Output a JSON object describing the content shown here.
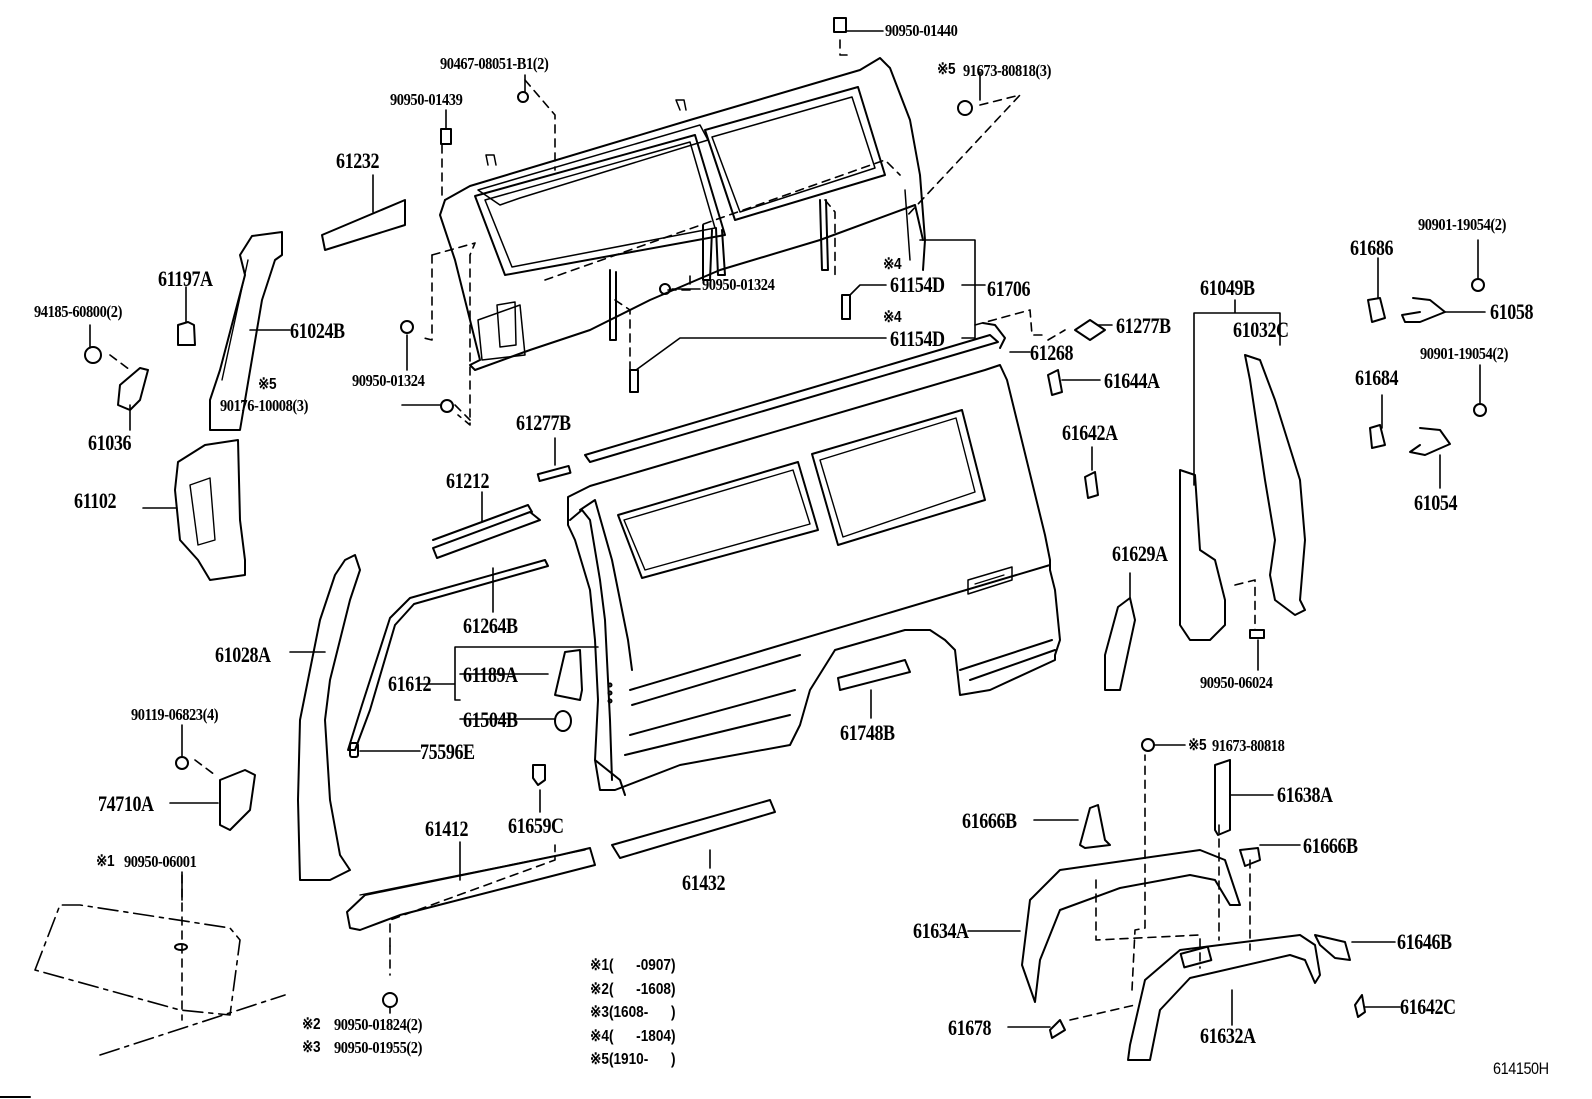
{
  "diagram": {
    "reference_code": "614150H",
    "legend": [
      {
        "mark": "※1",
        "range": "(      -0907)"
      },
      {
        "mark": "※2",
        "range": "(      -1608)"
      },
      {
        "mark": "※3",
        "range": "(1608-      )"
      },
      {
        "mark": "※4",
        "range": "(      -1804)"
      },
      {
        "mark": "※5",
        "range": "(1910-      )"
      }
    ],
    "labels": {
      "p90950_01440": "90950-01440",
      "p90467_08051": "90467-08051-B1(2)",
      "p91673_80818_3": "91673-80818(3)",
      "p91673_80818_3_mark": "※5",
      "p90950_01439": "90950-01439",
      "p61232": "61232",
      "p61197A": "61197A",
      "p94185_60800": "94185-60800(2)",
      "p61024B": "61024B",
      "p90950_01324_a": "90950-01324",
      "p90950_01324_b": "90950-01324",
      "p90176_10008_mark": "※5",
      "p90176_10008": "90176-10008(3)",
      "p61036": "61036",
      "p61102": "61102",
      "p61154D_a_mark": "※4",
      "p61154D_a": "61154D",
      "p61154D_b_mark": "※4",
      "p61154D_b": "61154D",
      "p61706": "61706",
      "p61277B_a": "61277B",
      "p61268": "61268",
      "p61644A": "61644A",
      "p61642A": "61642A",
      "p61277B_b": "61277B",
      "p61212": "61212",
      "p61264B": "61264B",
      "p61028A": "61028A",
      "p61612": "61612",
      "p61189A": "61189A",
      "p61504B": "61504B",
      "p75596E": "75596E",
      "p90119_06823": "90119-06823(4)",
      "p74710A": "74710A",
      "p61659C": "61659C",
      "p61412": "61412",
      "p61432": "61432",
      "p61748B": "61748B",
      "p90950_06001_mark": "※1",
      "p90950_06001": "90950-06001",
      "p90950_01824_mark": "※2",
      "p90950_01824": "90950-01824(2)",
      "p90950_01955_mark": "※3",
      "p90950_01955": "90950-01955(2)",
      "p61049B": "61049B",
      "p61032C": "61032C",
      "p61629A": "61629A",
      "p90950_06024": "90950-06024",
      "p61686": "61686",
      "p90901_19054_a": "90901-19054(2)",
      "p61058": "61058",
      "p61684": "61684",
      "p90901_19054_b": "90901-19054(2)",
      "p61054": "61054",
      "p91673_80818_mark": "※5",
      "p91673_80818": "91673-80818",
      "p61638A": "61638A",
      "p61666B_a": "61666B",
      "p61666B_b": "61666B",
      "p61634A": "61634A",
      "p61646B": "61646B",
      "p61642C": "61642C",
      "p61678": "61678",
      "p61632A": "61632A"
    }
  }
}
